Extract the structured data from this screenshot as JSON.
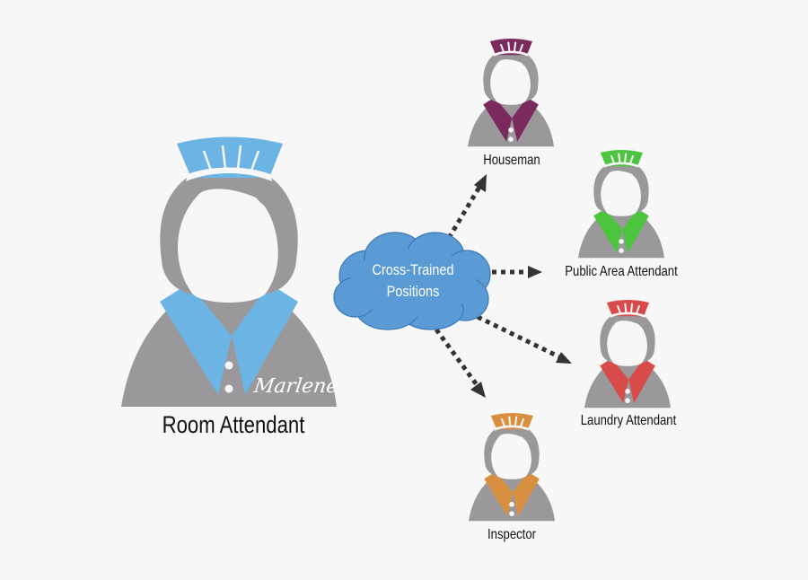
{
  "diagram": {
    "center": {
      "label": "Cross-Trained\nPositions",
      "line1": "Cross-Trained",
      "line2": "Positions",
      "color": "#5b9bd5"
    },
    "main_role": {
      "label": "Room Attendant",
      "name": "Marlene",
      "accent": "#6cb4e4"
    },
    "roles": [
      {
        "label": "Houseman",
        "accent": "#7b2a5e"
      },
      {
        "label": "Public Area Attendant",
        "accent": "#4cc43e"
      },
      {
        "label": "Laundry Attendant",
        "accent": "#d94a4a"
      },
      {
        "label": "Inspector",
        "accent": "#d98f40"
      }
    ],
    "colors": {
      "body": "#9a989a",
      "background": "#f7f7f7",
      "arrow": "#333333"
    }
  }
}
